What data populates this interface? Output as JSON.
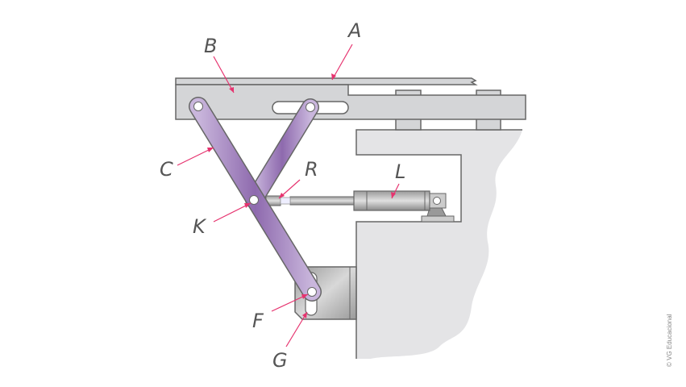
{
  "labels": {
    "A": "A",
    "B": "B",
    "C": "C",
    "R": "R",
    "L": "L",
    "K": "K",
    "F": "F",
    "G": "G"
  },
  "credit": "© VG Educacional",
  "colors": {
    "arrow": "#e6336f",
    "link": "#a585c0",
    "metal": "#d4d5d7",
    "frame": "#e4e4e6",
    "stroke": "#666666"
  }
}
